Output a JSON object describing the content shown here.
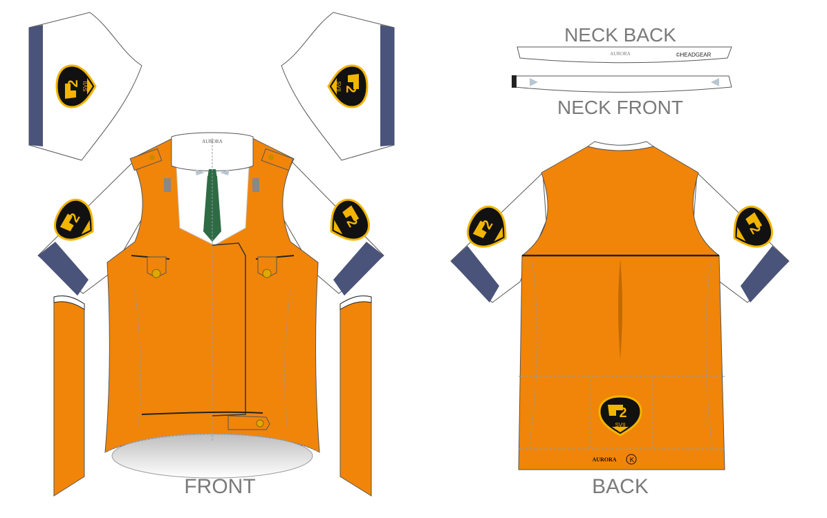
{
  "labels": {
    "neck_back": "NECK BACK",
    "neck_front": "NECK FRONT",
    "front": "FRONT",
    "back": "BACK"
  },
  "neck_back_band": {
    "brand": "AURORA",
    "copyright": "©HEADGEAR"
  },
  "front": {
    "collar_brand": "AURORA"
  },
  "back": {
    "brand": "AURORA",
    "partner_logo": "K"
  },
  "badge": {
    "number": "2",
    "text": "SVII"
  },
  "colors": {
    "orange": "#F0850A",
    "navy": "#4A5379",
    "white": "#FFFFFF",
    "green_tie": "#2E6B45",
    "badge_yellow": "#F2B500",
    "label_gray": "#7A7A7A"
  }
}
